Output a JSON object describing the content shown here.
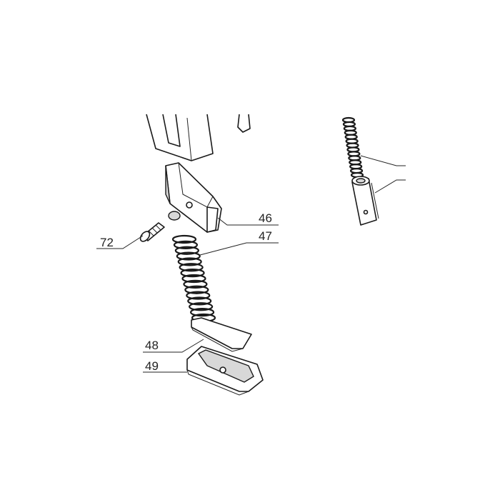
{
  "labels": {
    "part_72": "72",
    "part_46": "46",
    "part_47": "47",
    "part_48": "48",
    "part_49": "49"
  }
}
